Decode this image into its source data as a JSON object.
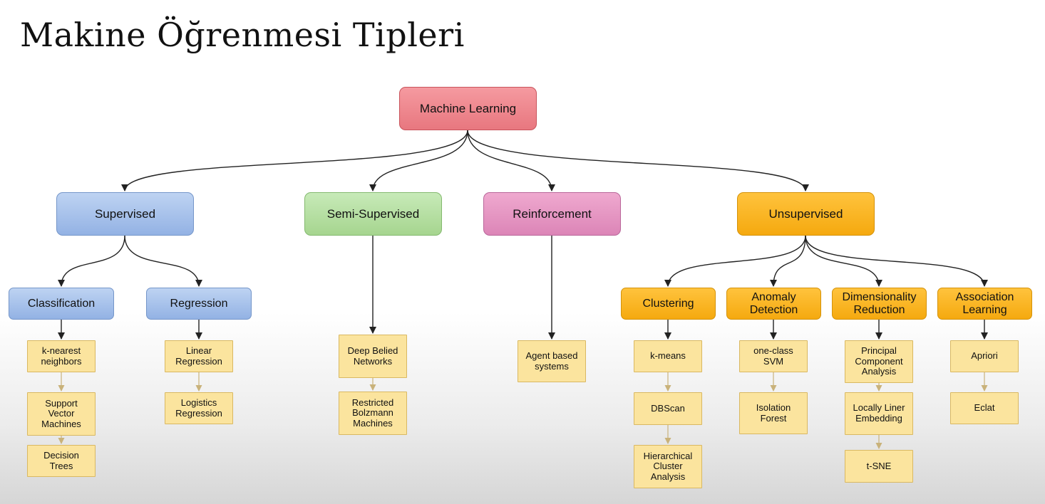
{
  "page": {
    "title": "Makine Öğrenmesi Tipleri"
  },
  "colors": {
    "root": "#ee8088",
    "supervised": "#a7c2ec",
    "semi_supervised": "#b4dfa2",
    "reinforcement": "#e697c3",
    "unsupervised": "#f8b425",
    "algorithm": "#fbe49e",
    "edge": "#222222",
    "chain_edge": "#c9b27a"
  },
  "nodes": {
    "root": "Machine Learning",
    "supervised": "Supervised",
    "semi_supervised": "Semi-Supervised",
    "reinforcement": "Reinforcement",
    "unsupervised": "Unsupervised",
    "classification": "Classification",
    "regression": "Regression",
    "clustering": "Clustering",
    "anomaly_detection": "Anomaly\nDetection",
    "dimensionality_reduction": "Dimensionality\nReduction",
    "association_learning": "Association\nLearning",
    "knn": "k-nearest\nneighbors",
    "svm": "Support\nVector\nMachines",
    "decision_trees": "Decision\nTrees",
    "linear_regression": "Linear\nRegression",
    "logistics_regression": "Logistics\nRegression",
    "dbn": "Deep Belied\nNetworks",
    "rbm": "Restricted\nBolzmann\nMachines",
    "agent_based": "Agent based\nsystems",
    "kmeans": "k-means",
    "dbscan": "DBScan",
    "hierarchical": "Hierarchical\nCluster\nAnalysis",
    "one_class_svm": "one-class\nSVM",
    "isolation_forest": "Isolation\nForest",
    "pca": "Principal\nComponent\nAnalysis",
    "lle": "Locally Liner\nEmbedding",
    "tsne": "t-SNE",
    "apriori": "Apriori",
    "eclat": "Eclat"
  }
}
